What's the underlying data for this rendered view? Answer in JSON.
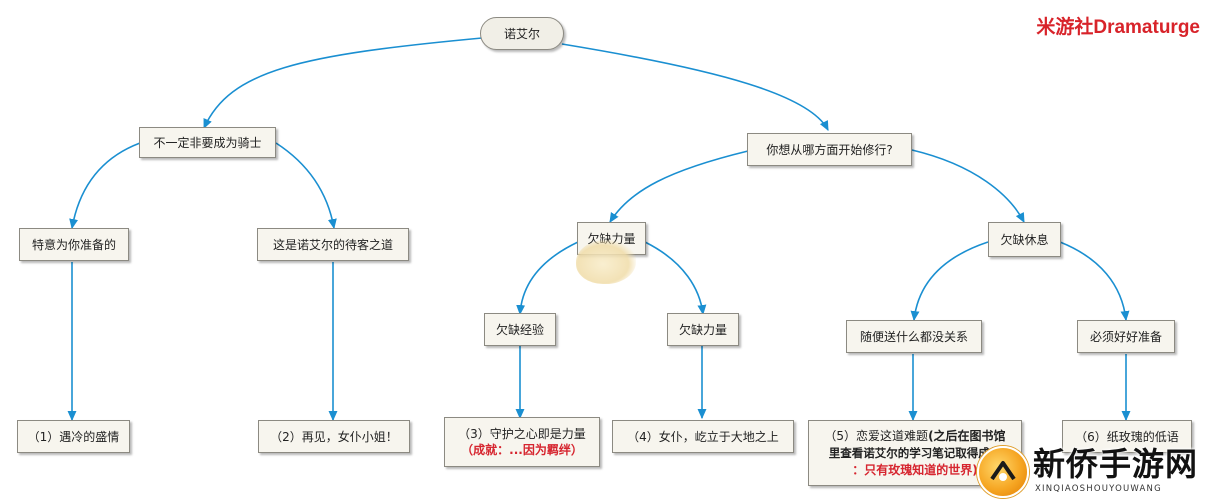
{
  "brand": {
    "label": "米游社Dramaturge"
  },
  "nodes": {
    "root": "诺艾尔",
    "l1_left": "不一定非要成为骑士",
    "l1_right": "你想从哪方面开始修行?",
    "l2_special": "特意为你准备的",
    "l2_host": "这是诺艾尔的待客之道",
    "l2_lack_power": "欠缺力量",
    "l2_lack_rest": "欠缺休息",
    "l3_lack_exp": "欠缺经验",
    "l3_lack_power": "欠缺力量",
    "l3_casual": "随便送什么都没关系",
    "l3_prepare": "必须好好准备",
    "e1": "（1）遇冷的盛情",
    "e2": "（2）再见，女仆小姐！",
    "e3_title": "（3）守护之心即是力量",
    "e3_sub": "（成就：...因为羁绊）",
    "e4": "（4）女仆，屹立于大地之上",
    "e5_line1_normal": "（5）恋爱这道难题",
    "e5_line1_bold": "(之后在图书馆",
    "e5_line2": "里查看诺艾尔的学习笔记取得成就",
    "e5_line3": "：只有玫瑰知道的世界)",
    "e6": "（6）纸玫瑰的低语"
  },
  "site_logo": {
    "name": "新侨手游网",
    "pinyin": "XINQIAOSHOUYOUWANG"
  },
  "colors": {
    "connector": "#1a8fd1",
    "node_bg": "#f7f5ee",
    "node_border": "#8c8a82",
    "brand_red": "#d8232a",
    "achievement_red": "#d6252f"
  }
}
